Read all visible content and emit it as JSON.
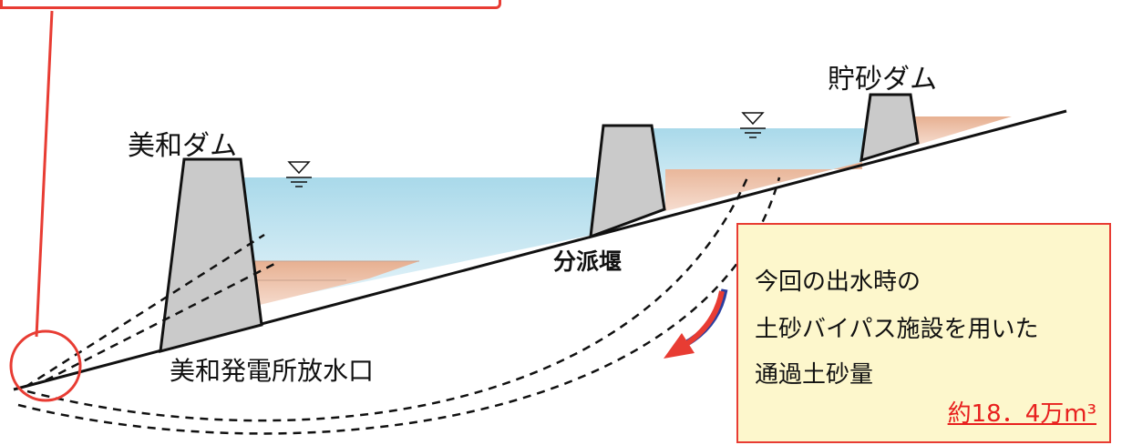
{
  "labels": {
    "miwa_dam": "美和ダム",
    "sediment_dam": "貯砂ダム",
    "diversion_weir": "分派堰",
    "outlet": "美和発電所放水口"
  },
  "info_box": {
    "line1": "今回の出水時の",
    "line2": "土砂バイパス施設を用いた",
    "line3": "通過土砂量",
    "amount": "約18．4万m³"
  },
  "colors": {
    "water": "#c8e8f2",
    "sediment": "#e9b9a0",
    "dam": "#cacaca",
    "highlight": "#e83c33",
    "info_bg": "#fdf7cc",
    "arrow": "#e83c33",
    "arrow_shadow": "#2b3fa0"
  }
}
